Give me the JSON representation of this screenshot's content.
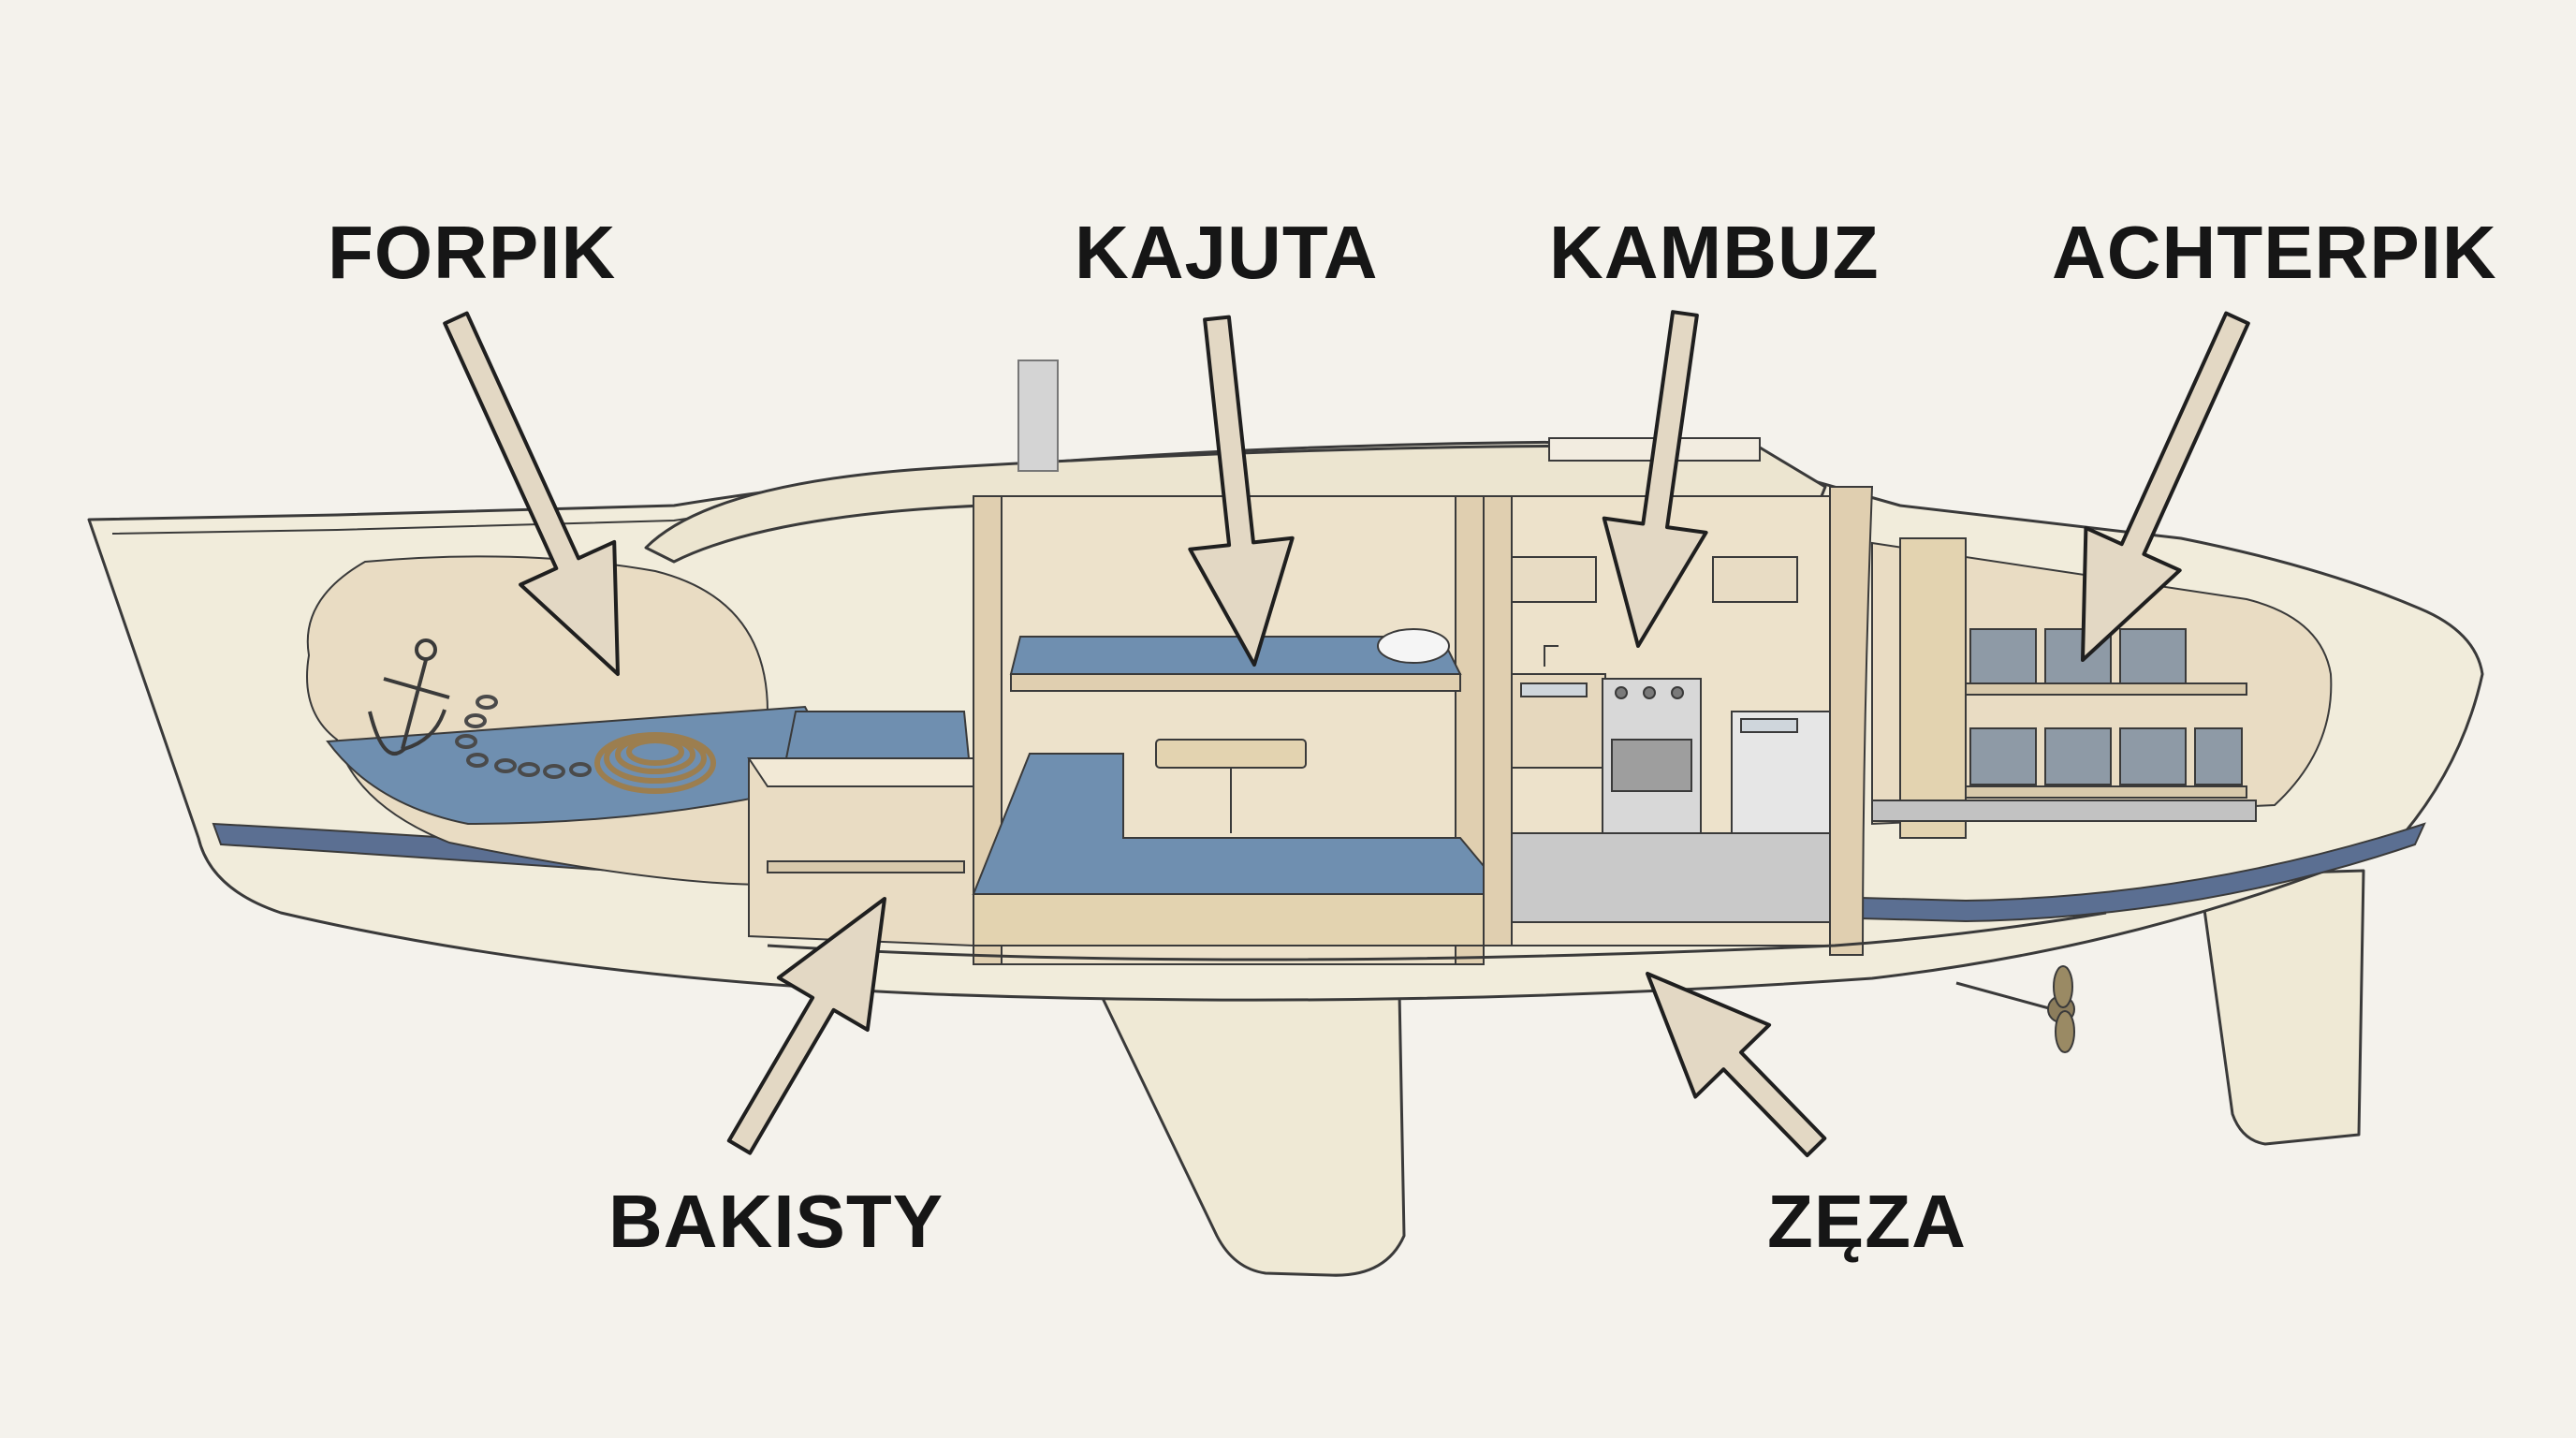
{
  "labels": {
    "forpik": "FORPIK",
    "kajuta": "KAJUTA",
    "kambuz": "KAMBUZ",
    "achterpik": "ACHTERPIK",
    "bakisty": "BAKISTY",
    "zeza": "ZĘZA"
  },
  "colors": {
    "background": "#f4f2ec",
    "hull": "#f1ecdb",
    "interior": "#e9dcc3",
    "cushion": "#6f8fb0",
    "stripe": "#5b6f92",
    "arrow": "#e3d8c4",
    "galley": "#c9c9c9",
    "storage_bin": "#8e9aa6"
  }
}
